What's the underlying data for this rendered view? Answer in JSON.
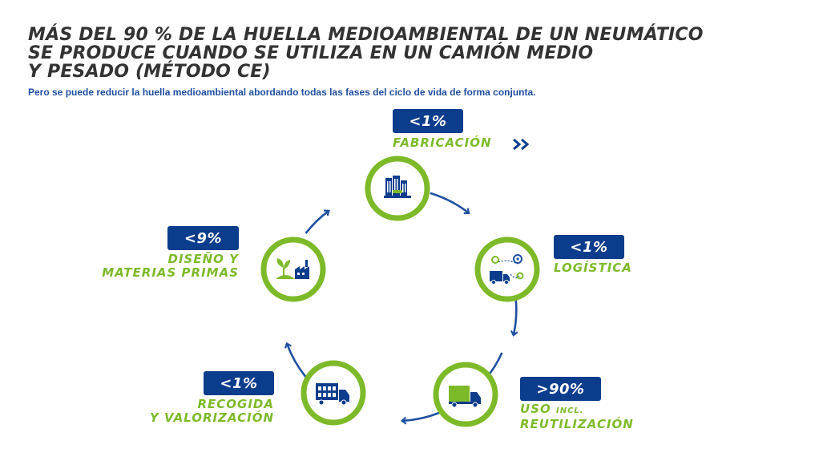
{
  "title_lines": [
    "MÁS DEL 90 % DE LA HUELLA MEDIOAMBIENTAL DE UN NEUMÁTICO",
    "SE PRODUCE CUANDO SE UTILIZA EN UN CAMIÓN MEDIO",
    "Y PESADO (MÉTODO CE)"
  ],
  "subtitle": "Pero se puede reducir la huella medioambiental abordando todas las fases del ciclo de vida de forma conjunta.",
  "colors": {
    "blue": "#0c3c8c",
    "green": "#7dba2a",
    "title": "#333333",
    "accent_blue": "#1e4fa0"
  },
  "stages": {
    "fabricacion": {
      "value": "<1%",
      "label": "FABRICACIÓN",
      "icon": "factory-building-icon"
    },
    "logistica": {
      "value": "<1%",
      "label": "LOGÍSTICA",
      "icon": "route-truck-icon"
    },
    "uso": {
      "value": ">90%",
      "label_main": "USO",
      "label_small": "INCL.",
      "label_line2": "REUTILIZACIÓN",
      "icon": "truck-icon"
    },
    "recogida": {
      "value": "<1%",
      "label_line1": "RECOGIDA",
      "label_line2": "Y VALORIZACIÓN",
      "icon": "collection-truck-icon"
    },
    "diseno": {
      "value": "<9%",
      "label_line1": "DISEÑO Y",
      "label_line2": "MATERIAS PRIMAS",
      "icon": "plant-factory-icon"
    }
  }
}
